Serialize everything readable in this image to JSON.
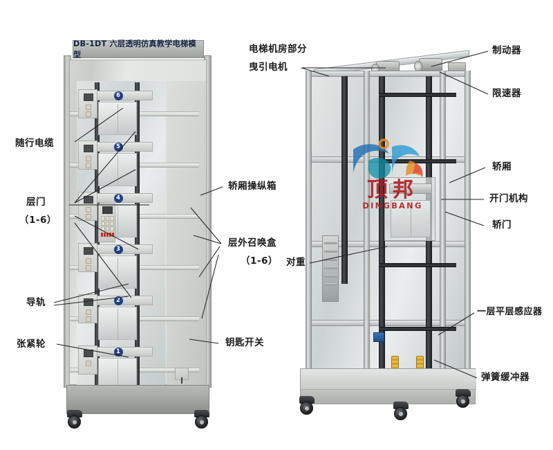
{
  "product": {
    "title": "DB-1DT 六层透明仿真教学电梯模型",
    "model_code": "DB-1DT",
    "floor_markers": [
      "6",
      "5",
      "4",
      "3",
      "2",
      "1"
    ]
  },
  "brand": {
    "name_cn": "顶邦",
    "name_en": "DINGBANG",
    "color": "#b1181c",
    "accent_blue": "#1f6fb5",
    "accent_orange": "#e98a20"
  },
  "callouts": {
    "left": [
      {
        "id": "traveling-cable",
        "label": "随行电缆"
      },
      {
        "id": "landing-door",
        "label": "层门"
      },
      {
        "id": "landing-door-range",
        "label": "（1-6）"
      },
      {
        "id": "guide-rail",
        "label": "导轨"
      },
      {
        "id": "tension-wheel",
        "label": "张紧轮"
      }
    ],
    "center": [
      {
        "id": "car-operation-panel",
        "label": "轿厢操纵箱"
      },
      {
        "id": "landing-call-box",
        "label": "层外召唤盒"
      },
      {
        "id": "landing-call-box-range",
        "label": "（1-6）"
      },
      {
        "id": "key-switch",
        "label": "钥匙开关"
      },
      {
        "id": "machine-room",
        "label": "电梯机房部分"
      },
      {
        "id": "traction-motor",
        "label": "曳引电机"
      },
      {
        "id": "counterweight",
        "label": "对重"
      }
    ],
    "right": [
      {
        "id": "brake",
        "label": "制动器"
      },
      {
        "id": "speed-governor",
        "label": "限速器"
      },
      {
        "id": "elevator-car",
        "label": "轿厢"
      },
      {
        "id": "door-operator",
        "label": "开门机构"
      },
      {
        "id": "car-door",
        "label": "轿门"
      },
      {
        "id": "first-floor-leveling-sensor",
        "label": "一层平层感应器"
      },
      {
        "id": "spring-buffer",
        "label": "弹簧缓冲器"
      }
    ]
  },
  "colors": {
    "background": "#ffffff",
    "label_text": "#1b1b1b",
    "leader_line": "#222222",
    "cabinet_gray": "#d4d6d4",
    "floor_marker_blue": "#1f3f86",
    "rail_black": "#2c2f31",
    "title_text": "#13213f"
  }
}
